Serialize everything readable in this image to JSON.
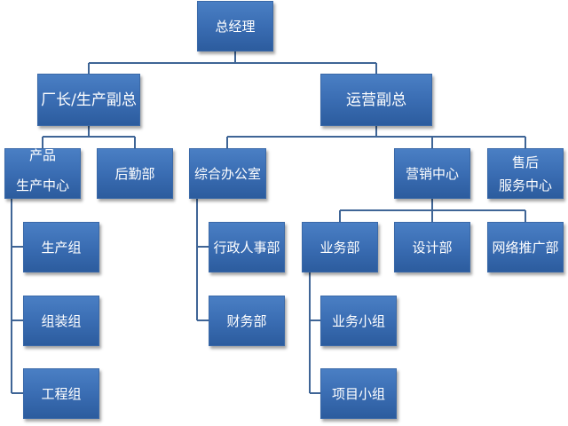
{
  "org_chart": {
    "ceo": "总经理",
    "production_vp": "厂长/生产副总",
    "operations_vp": "运营副总",
    "product_center": [
      "产品",
      "生产中心"
    ],
    "logistics": "后勤部",
    "general_office": "综合办公室",
    "marketing_center": "营销中心",
    "after_sales": [
      "售后",
      "服务中心"
    ],
    "production_group": "生产组",
    "assembly_group": "组装组",
    "engineering_group": "工程组",
    "hr_admin": "行政人事部",
    "finance": "财务部",
    "business_dept": "业务部",
    "design_dept": "设计部",
    "online_promo_dept": "网络推广部",
    "business_team": "业务小组",
    "project_team": "项目小组"
  },
  "colors": {
    "box": "#3a6db3",
    "line": "#3f6596"
  }
}
